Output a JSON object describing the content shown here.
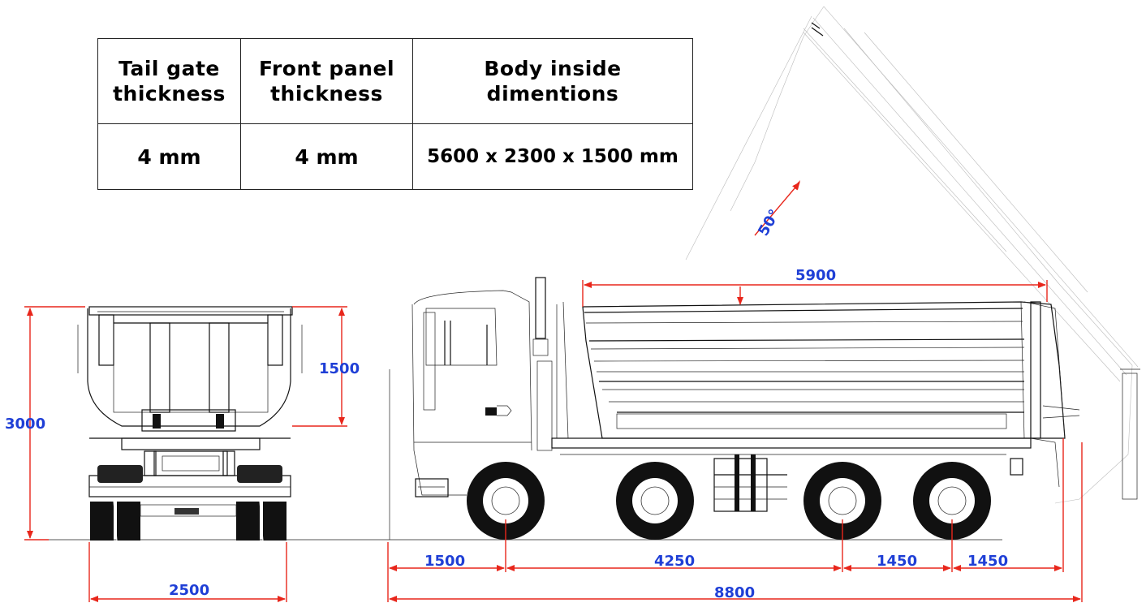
{
  "table": {
    "headers": [
      "Tail gate\nthickness",
      "Front panel\nthickness",
      "Body inside\ndimentions"
    ],
    "values": [
      "4 mm",
      "4 mm",
      "5600 x 2300 x 1500 mm"
    ]
  },
  "dimensions": {
    "angle": "50°",
    "body_length": "5900",
    "front_body_height": "1500",
    "front_total_height": "3000",
    "front_width": "2500",
    "front_overhang": "1500",
    "wheelbase": "4250",
    "axle_spacing": "1450",
    "rear_overhang": "1450",
    "total_length": "8800"
  },
  "colors": {
    "dimension_line": "#e8261b",
    "dimension_text": "#1f3fd6",
    "linework": "#111111"
  }
}
